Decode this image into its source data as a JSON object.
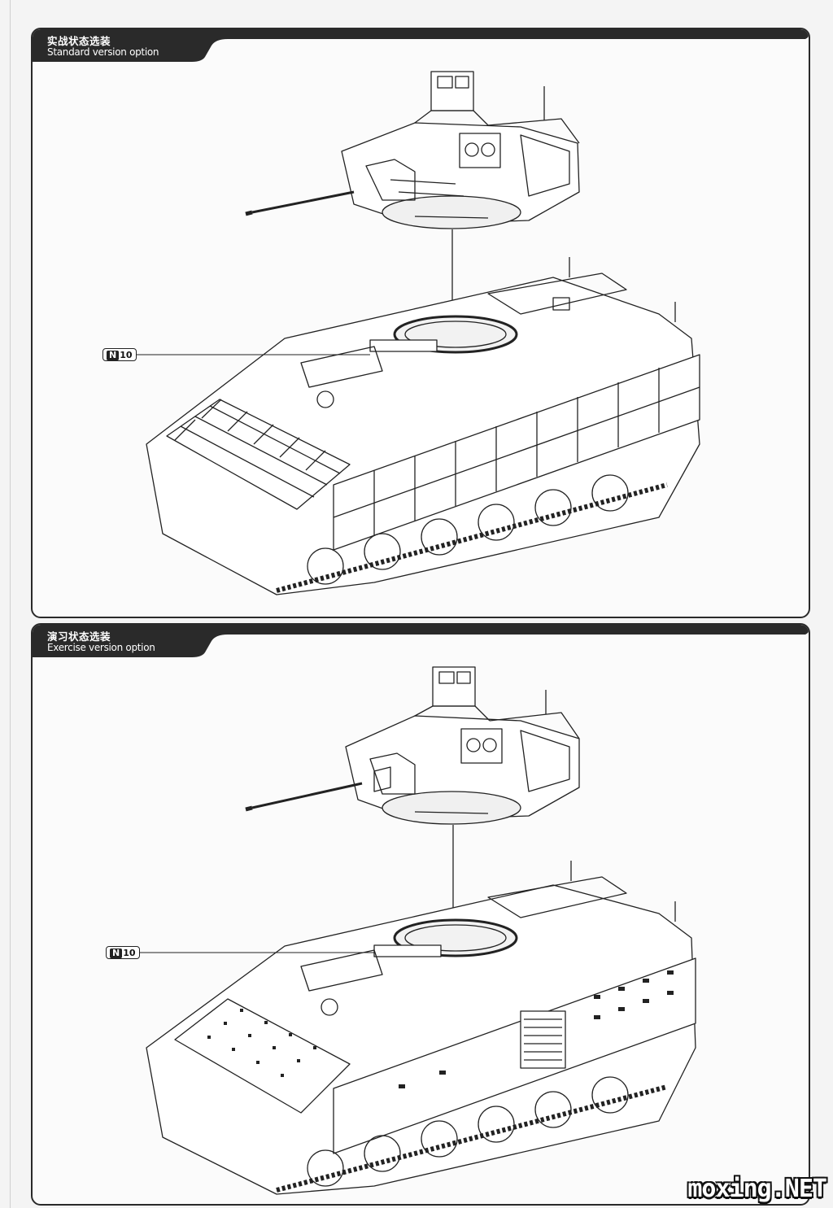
{
  "panels": [
    {
      "title_zh": "实战状态选装",
      "title_en": "Standard version option",
      "callout": {
        "prefix": "N",
        "number": "10"
      }
    },
    {
      "title_zh": "演习状态选装",
      "title_en": "Exercise version option",
      "callout": {
        "prefix": "N",
        "number": "10"
      }
    }
  ],
  "watermark": "moxing.NET",
  "colors": {
    "header_bg": "#2a2a2a",
    "line": "#222222",
    "paper": "#fbfbfb"
  }
}
